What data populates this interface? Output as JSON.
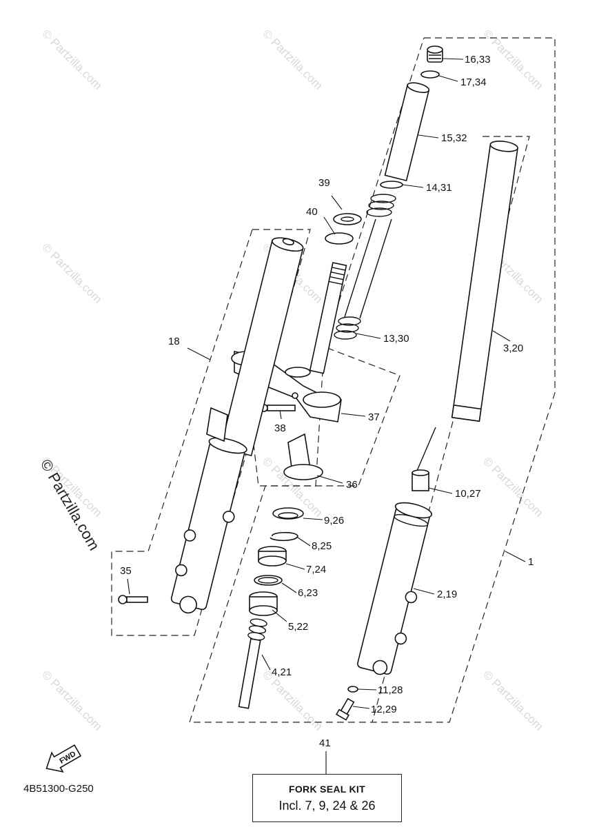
{
  "watermark": {
    "text": "© Partzilla.com",
    "side_text": "© Partzilla.com"
  },
  "callouts": {
    "c16_33": "16,33",
    "c17_34": "17,34",
    "c15_32": "15,32",
    "c14_31": "14,31",
    "c39": "39",
    "c40": "40",
    "c13_30": "13,30",
    "c3_20": "3,20",
    "c18": "18",
    "c37": "37",
    "c38": "38",
    "c36": "36",
    "c10_27": "10,27",
    "c9_26": "9,26",
    "c8_25": "8,25",
    "c7_24": "7,24",
    "c1": "1",
    "c35": "35",
    "c6_23": "6,23",
    "c2_19": "2,19",
    "c5_22": "5,22",
    "c4_21": "4,21",
    "c11_28": "11,28",
    "c12_29": "12,29",
    "c41": "41"
  },
  "kit": {
    "title": "FORK SEAL KIT",
    "subtitle": "Incl. 7, 9, 24 & 26"
  },
  "fwd_label": "FWD",
  "diagram_code": "4B51300-G250",
  "colors": {
    "ink": "#111111",
    "watermark": "#d8d8d8",
    "background": "#ffffff"
  }
}
